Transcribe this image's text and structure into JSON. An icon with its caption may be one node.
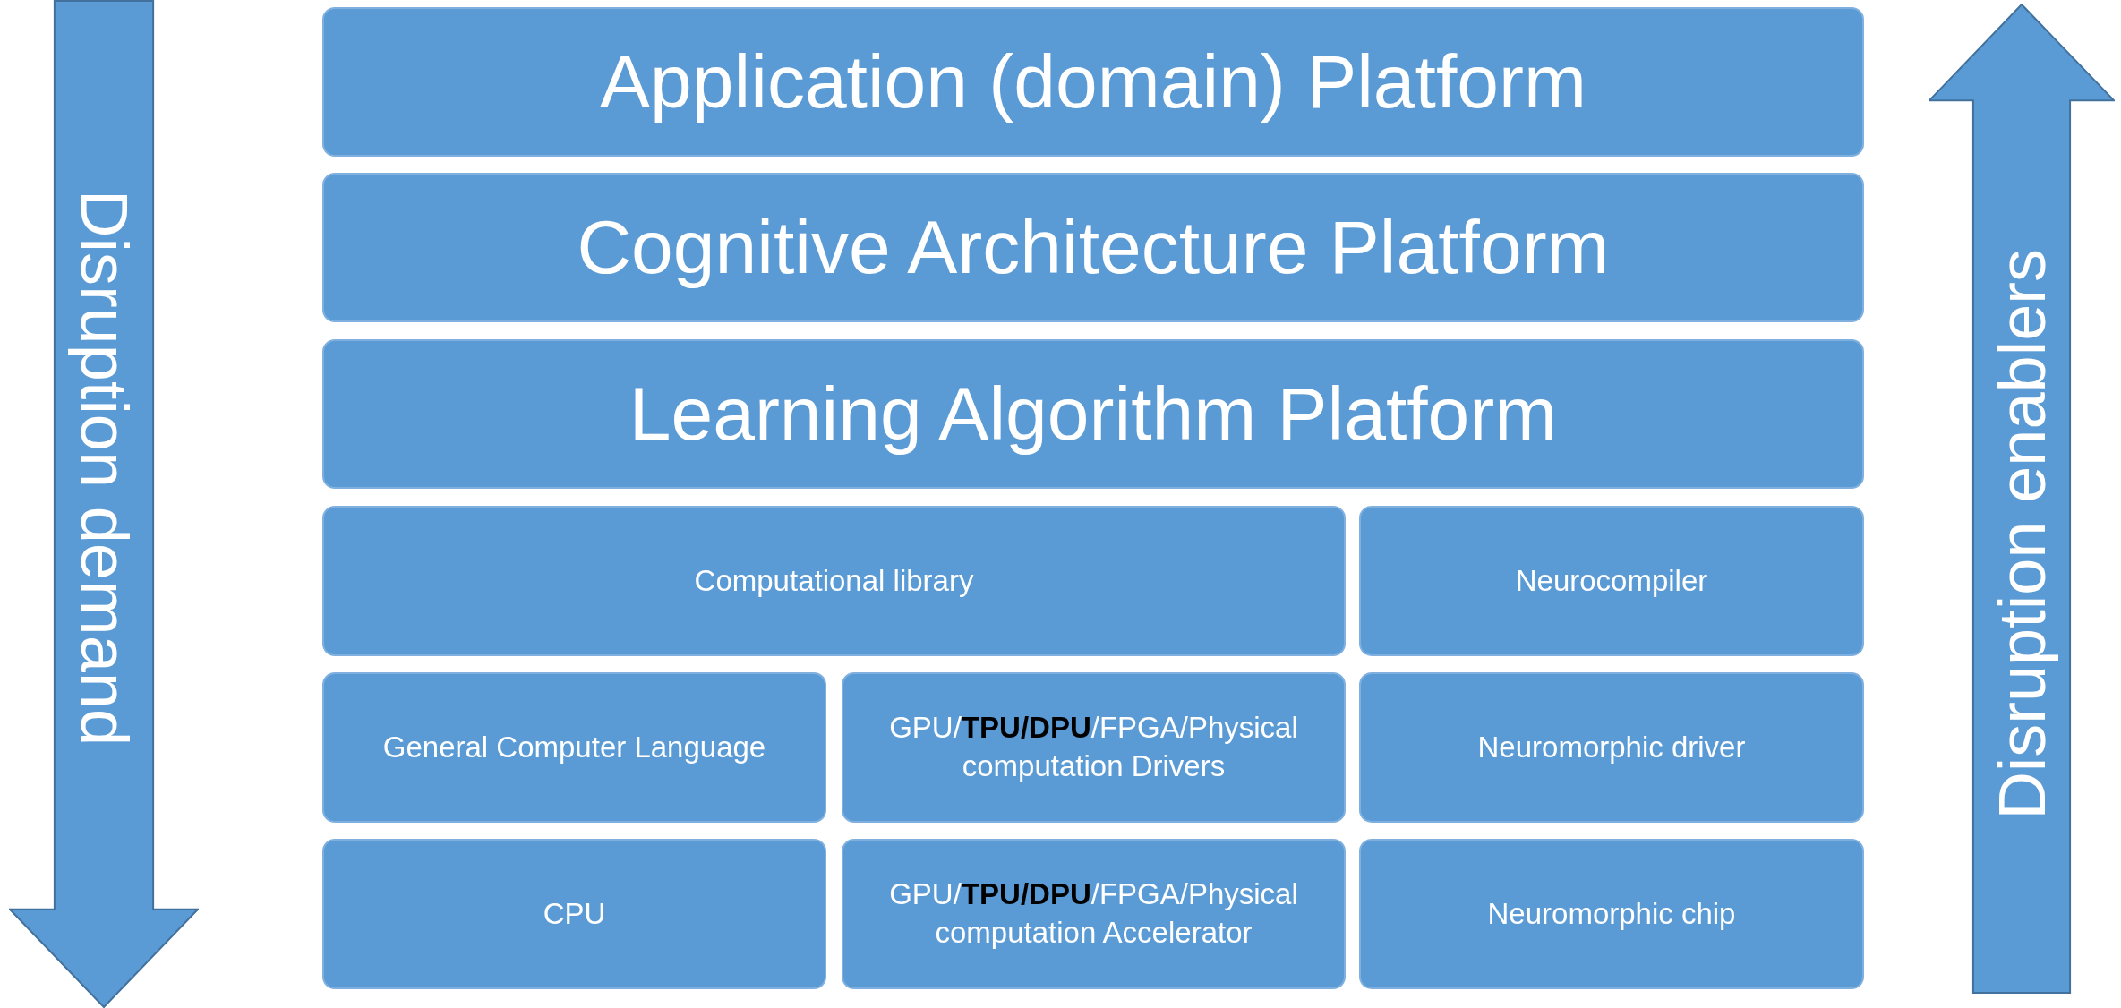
{
  "diagram": {
    "nodes": [
      {
        "text": [
          "Disruption demand"
        ]
      },
      {
        "text": [
          "Application (domain) Platform"
        ]
      },
      {
        "text": [
          "Cognitive Architecture Platform"
        ]
      },
      {
        "text": [
          "Learning Algorithm Platform"
        ]
      },
      {
        "text": [
          "Computational library"
        ]
      },
      {
        "text": [
          "Neurocompiler"
        ]
      },
      {
        "text": [
          "General Computer Language"
        ]
      },
      {
        "text": [
          "GPU/**TPU/DPU**/FPGA/Physical computation Drivers"
        ]
      },
      {
        "text": [
          "Neuromorphic driver"
        ]
      },
      {
        "text": [
          "CPU"
        ]
      },
      {
        "text": [
          "GPU/**TPU/DPU**/FPGA/Physical computation Accelerator"
        ]
      },
      {
        "text": [
          "Neuromorphic chip"
        ]
      },
      {
        "text": [
          "Disruption enablers"
        ]
      }
    ]
  }
}
